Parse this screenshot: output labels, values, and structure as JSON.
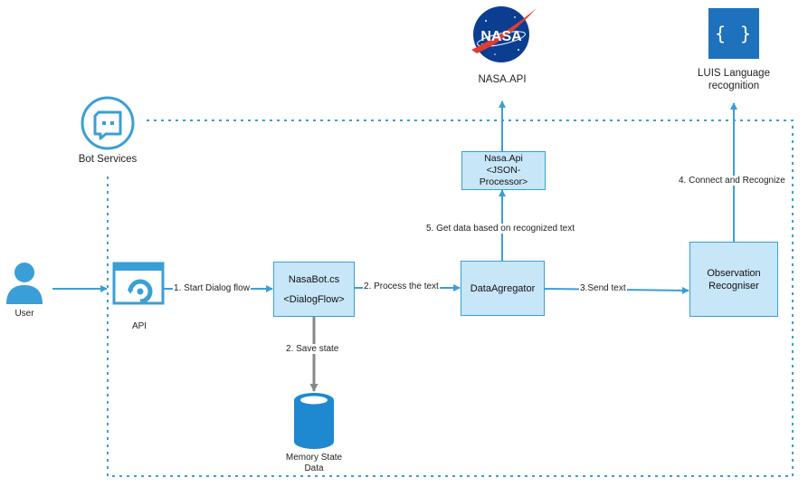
{
  "colors": {
    "accent": "#3a9fd6",
    "box_fill": "#c7e6f7",
    "gray_arrow": "#888888",
    "luis_blue": "#1e72bd",
    "nasa_blue": "#0b3d91",
    "nasa_red": "#e03c31"
  },
  "actors": {
    "user": {
      "label": "User",
      "icon": "user-icon"
    },
    "api": {
      "label": "API",
      "icon": "api-window-icon"
    },
    "bot_services": {
      "label": "Bot Services",
      "icon": "bot-services-icon"
    },
    "memory": {
      "label_line1": "Memory State",
      "label_line2": "Data",
      "icon": "database-cylinder-icon"
    },
    "nasa": {
      "label": "NASA.API",
      "logo_text": "NASA",
      "icon": "nasa-logo"
    },
    "luis": {
      "label_line1": "LUIS Language",
      "label_line2": "recognition",
      "icon_glyph": "{ }",
      "icon": "braces-icon"
    }
  },
  "boxes": {
    "nasabot": {
      "line1": "NasaBot.cs",
      "line2": "<DialogFlow>"
    },
    "data_agregator": {
      "line1": "DataAgregator"
    },
    "nasa_api": {
      "line1": "Nasa.Api",
      "line2": "<JSON-Processor>"
    },
    "observation": {
      "line1": "Observation",
      "line2": "Recogniser"
    }
  },
  "edges": {
    "start_dialog": "1. Start Dialog flow",
    "process_text": "2. Process the text",
    "save_state": "2. Save state",
    "send_text": "3.Send text",
    "connect_recognize": "4. Connect and Recognize",
    "get_data": "5. Get data based on recognized text"
  }
}
